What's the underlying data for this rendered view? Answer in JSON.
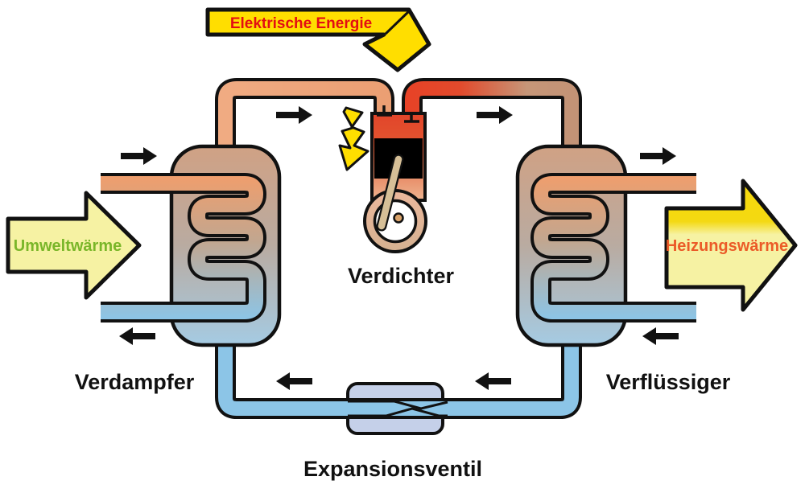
{
  "diagram": {
    "type": "heat-pump-schematic",
    "background": "#ffffff",
    "banner": {
      "label": "Elektrische Energie",
      "text_color": "#e30e13",
      "fill": "#ffde00"
    },
    "arrows": {
      "umweltwaerme": {
        "label": "Umweltwärme",
        "text_color": "#7ab629",
        "fill": "#f6f2a3"
      },
      "heizungswaerme": {
        "label": "Heizungswärme",
        "text_color": "#eb5b28",
        "fill": "#f6f2a3",
        "band_color": "#f5d90f"
      }
    },
    "components": {
      "verdampfer": {
        "label": "Verdampfer"
      },
      "verdichter": {
        "label": "Verdichter"
      },
      "verfluessiger": {
        "label": "Verflüssiger"
      },
      "expansionsventil": {
        "label": "Expansionsventil"
      }
    },
    "icons": [
      "lightning-bolt-icon",
      "flow-arrow-icon"
    ],
    "palette": {
      "pipe_warm": "#eea478",
      "pipe_hot": "#e74327",
      "pipe_hot_faded": "#c39376",
      "pipe_cold": "#8cc5e7",
      "coil_top": "#ef9e6d",
      "coil_bottom": "#8cc5e7",
      "vessel_top": "#d0a184",
      "vessel_mid": "#b9aba1",
      "vessel_bottom": "#a5cbe3",
      "valve_body": "#c5d0e9",
      "cylinder_top": "#e2452a",
      "cylinder_bottom": "#edb490",
      "rod": "#d6bf97",
      "crank_pin": "#d9a36b",
      "outline": "#111111",
      "flow_arrow": "#111111"
    }
  }
}
